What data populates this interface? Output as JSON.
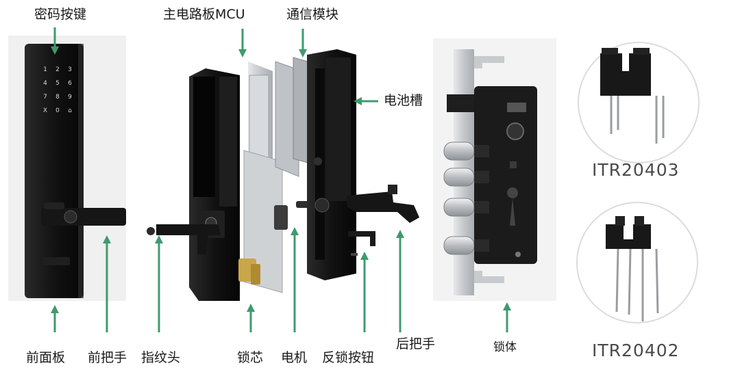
{
  "labels": {
    "keypad": "密码按键",
    "mainboard": "主电路板MCU",
    "comm_module": "通信模块",
    "battery_slot": "电池槽",
    "front_panel": "前面板",
    "front_handle": "前把手",
    "fingerprint": "指纹头",
    "lock_cylinder": "锁芯",
    "motor": "电机",
    "anti_lock_button": "反锁按钮",
    "rear_handle": "后把手",
    "lock_body": "锁体"
  },
  "keypad_keys": [
    "1",
    "2",
    "3",
    "4",
    "5",
    "6",
    "7",
    "8",
    "9",
    "X",
    "0",
    "⌂"
  ],
  "sensors": [
    {
      "name": "ITR20403"
    },
    {
      "name": "ITR20402"
    }
  ],
  "colors": {
    "arrow": "#3f9a6e",
    "lock_black": "#141414",
    "metal": "#c9ccd0",
    "circle_border": "#d6d6d6",
    "label_text": "#1a1a1a"
  }
}
